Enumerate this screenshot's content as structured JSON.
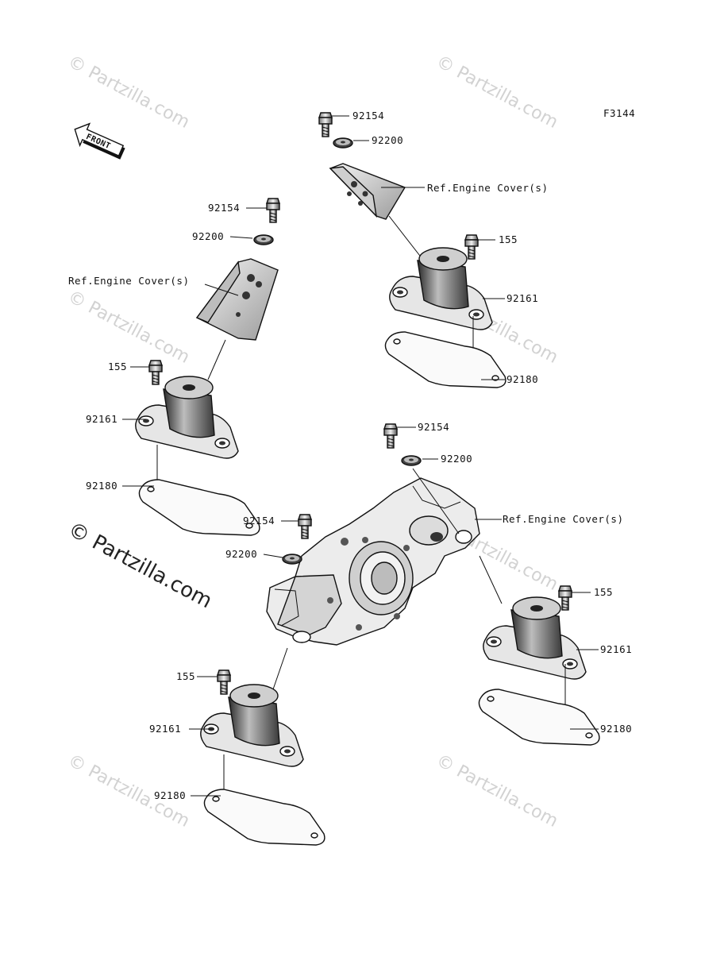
{
  "figure_code": "F3144",
  "front_label": "FRONT",
  "watermark": "© Partzilla.com",
  "main_watermark": "© Partzilla.com",
  "labels": {
    "g1_bolt": "92154",
    "g1_washer": "92200",
    "g1_ref": "Ref.Engine Cover(s)",
    "g1_screw": "155",
    "g1_mount": "92161",
    "g1_gasket": "92180",
    "g2_bolt": "92154",
    "g2_washer": "92200",
    "g2_ref": "Ref.Engine Cover(s)",
    "g2_screw": "155",
    "g2_mount": "92161",
    "g2_gasket": "92180",
    "g3_bolt": "92154",
    "g3_washer": "92200",
    "g3_ref": "Ref.Engine Cover(s)",
    "g4_bolt": "92154",
    "g4_washer": "92200",
    "g4_screw": "155",
    "g4_mount": "92161",
    "g4_gasket": "92180",
    "g5_screw": "155",
    "g5_mount": "92161",
    "g5_gasket": "92180"
  }
}
